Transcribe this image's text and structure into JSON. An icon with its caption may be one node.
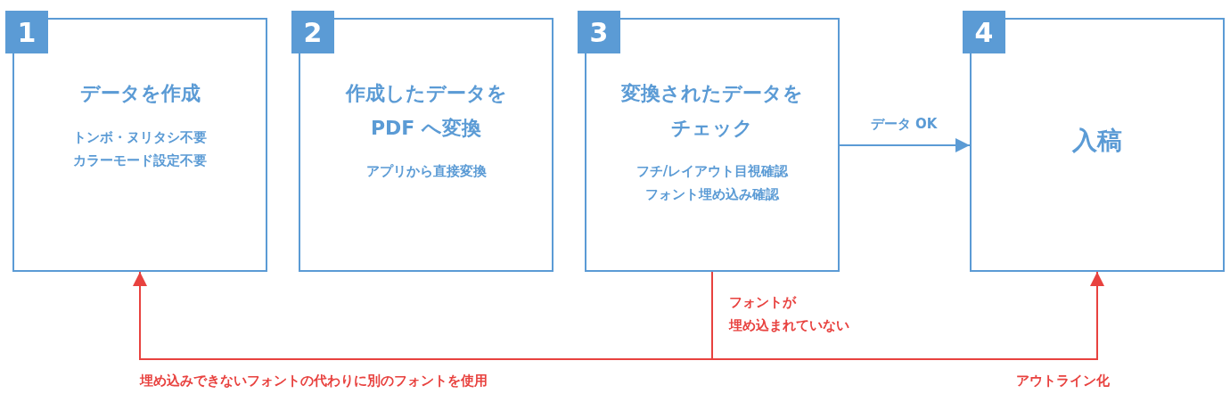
{
  "diagram": {
    "nodes": [
      {
        "text": [
          "1",
          "データを作成",
          "トンボ・ヌリタシ不要",
          "カラーモード設定不要"
        ]
      },
      {
        "text": [
          "2",
          "作成したデータをPDF へ変換",
          "アプリから直接変換"
        ]
      },
      {
        "text": [
          "3",
          "変換されたデータをチェック",
          "フチ/レイアウト目視確認",
          "フォント埋め込み確認"
        ]
      },
      {
        "text": [
          "4",
          "入稿"
        ]
      }
    ],
    "edges": [
      {
        "from": 2,
        "to": 3,
        "arrow": "to",
        "label": "データ OK",
        "color": "#5b9bd5"
      },
      {
        "from": 2,
        "to": 0,
        "arrow": "to",
        "label": "埋め込みできないフォントの代わりに別のフォントを使用"
      },
      {
        "from": 2,
        "to": 3,
        "arrow": "to",
        "label": "アウトライン化"
      }
    ],
    "labels": [
      "フォントが",
      "埋め込まれていない"
    ]
  }
}
